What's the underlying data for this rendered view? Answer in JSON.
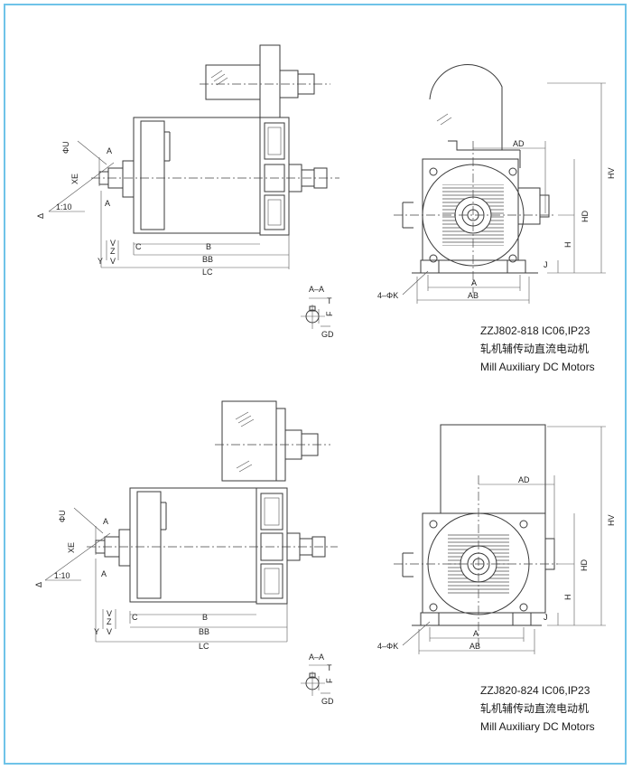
{
  "sections": [
    {
      "model": "ZZJ802-818 IC06,IP23",
      "title_cn": "轧机辅传动直流电动机",
      "title_en": "Mill Auxiliary DC Motors"
    },
    {
      "model": "ZZJ820-824 IC06,IP23",
      "title_cn": "轧机辅传动直流电动机",
      "title_en": "Mill Auxiliary DC Motors"
    }
  ],
  "labels": {
    "a": "A",
    "aa": "A–A",
    "ab": "AB",
    "ad": "AD",
    "b": "B",
    "bb": "BB",
    "c": "C",
    "lc": "LC",
    "h": "H",
    "hd": "HD",
    "hv": "HV",
    "j": "J",
    "k": "4–ΦK",
    "gd": "GD",
    "f": "F",
    "t": "T",
    "phi_u": "ΦU",
    "xe": "XE",
    "y": "Y",
    "v": "V",
    "z": "Z",
    "taper": "1:10",
    "delta": "Δ"
  },
  "colors": {
    "frame_border": "#6fc3e8",
    "line": "#3a3a3a"
  }
}
